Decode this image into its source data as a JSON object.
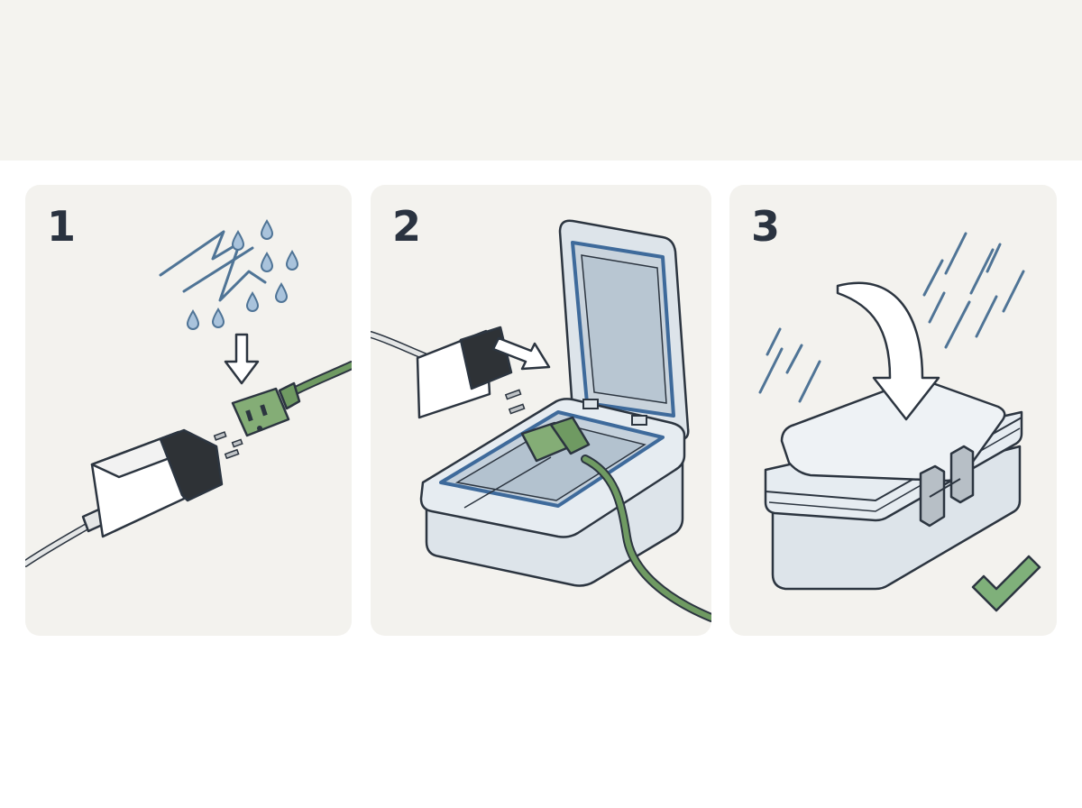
{
  "steps": [
    {
      "number": "1"
    },
    {
      "number": "2"
    },
    {
      "number": "3"
    }
  ],
  "colors": {
    "background_band": "#f4f3ef",
    "panel": "#f3f2ee",
    "outline": "#2c3540",
    "rain_blue": "#4f7496",
    "drop_fill": "#a9c3dc",
    "cord_green": "#6f9a62",
    "box_fill": "#dde4ea",
    "seal_blue": "#3e6a9b",
    "check_green": "#7fb07a"
  },
  "icons": [
    "rain-icon",
    "down-arrow-icon",
    "power-adapter-icon",
    "extension-plug-icon",
    "weatherproof-box-icon",
    "curved-arrow-icon",
    "checkmark-icon"
  ]
}
